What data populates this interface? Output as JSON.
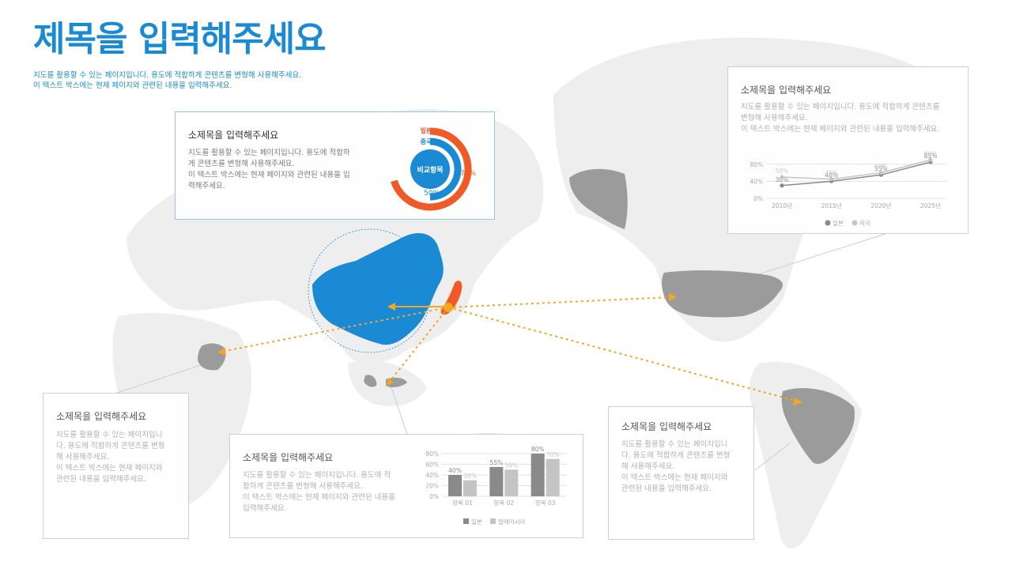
{
  "header": {
    "title": "제목을 입력해주세요",
    "subtitle_line1": "지도를 활용할 수 있는 페이지입니다. 용도에 적합하게 콘텐츠를 변형해 사용해주세요.",
    "subtitle_line2": "이 텍스트 박스에는 현재 페이지와 관련된 내용을 입력해주세요."
  },
  "colors": {
    "accent_blue": "#1a8ad4",
    "accent_orange": "#f5a623",
    "accent_red": "#f05a28",
    "map_gray": "#9b9b9b",
    "map_light": "#ececec"
  },
  "panels": {
    "top_center": {
      "title": "소제목을 입력해주세요",
      "body": [
        "지도를 활용할 수 있는 페이지입니다. 용도에 적합하",
        "게 콘텐츠를 변형해 사용해주세요.",
        "이 텍스트 박스에는 현재 페이지와 관련된 내용을 입",
        "력해주세요."
      ]
    },
    "top_right": {
      "title": "소제목을 입력해주세요",
      "body": [
        "지도를 활용할 수 있는 페이지입니다. 용도에 적합하게 콘텐츠를",
        "변형해 사용해주세요.",
        "이 텍스트 박스에는 현재 페이지와 관련된 내용을 입력해주세요."
      ]
    },
    "bottom_left": {
      "title": "소제목을 입력해주세요",
      "body": [
        "지도를 활용할 수 있는 페이지입니",
        "다. 용도에 적합하게 콘텐츠를 변형",
        "해 사용해주세요.",
        "이 텍스트 박스에는 현재 페이지와",
        "관련된 내용을 입력해주세요."
      ]
    },
    "bottom_center": {
      "title": "소제목을 입력해주세요",
      "body": [
        "지도를 활용할 수 있는 페이지입니다. 용도에 적",
        "합하게 콘텐츠를 변형해 사용해주세요.",
        "이 텍스트 박스에는 현재 페이지와 관련된 내용을",
        "입력해주세요."
      ]
    },
    "bottom_right": {
      "title": "소제목을 입력해주세요",
      "body": [
        "지도를 활용할 수 있는 페이지입니",
        "다. 용도에 적합하게 콘텐츠를 변형",
        "해 사용해주세요.",
        "이 텍스트 박스에는 현재 페이지와",
        "관련된 내용을 입력해주세요."
      ]
    }
  },
  "chart_data": [
    {
      "type": "pie",
      "center_label": "비교항목",
      "series": [
        {
          "name": "일본",
          "value": 70,
          "label": "70%",
          "color": "#f05a28"
        },
        {
          "name": "중국",
          "value": 50,
          "label": "50%",
          "color": "#1a8ad4"
        }
      ]
    },
    {
      "type": "line",
      "categories": [
        "2010년",
        "2015년",
        "2020년",
        "2025년"
      ],
      "series": [
        {
          "name": "일본",
          "values": [
            30,
            40,
            55,
            85
          ],
          "color": "#8a8a8a"
        },
        {
          "name": "미국",
          "values": [
            50,
            45,
            60,
            90
          ],
          "color": "#c4c4c4"
        }
      ],
      "data_labels": [
        "30%",
        "50%",
        "40%",
        "45%",
        "55%",
        "60%",
        "85%",
        "90%"
      ],
      "y_ticks": [
        "80%",
        "40%",
        "0%"
      ],
      "ylim": [
        0,
        100
      ]
    },
    {
      "type": "bar",
      "categories": [
        "항목 01",
        "항목 02",
        "항목 03"
      ],
      "series": [
        {
          "name": "일본",
          "values": [
            40,
            55,
            80
          ],
          "color": "#8a8a8a"
        },
        {
          "name": "말레이시아",
          "values": [
            30,
            50,
            70
          ],
          "color": "#c4c4c4"
        }
      ],
      "y_ticks": [
        "80%",
        "60%",
        "40%",
        "20%",
        "0%"
      ],
      "ylim": [
        0,
        80
      ]
    }
  ]
}
